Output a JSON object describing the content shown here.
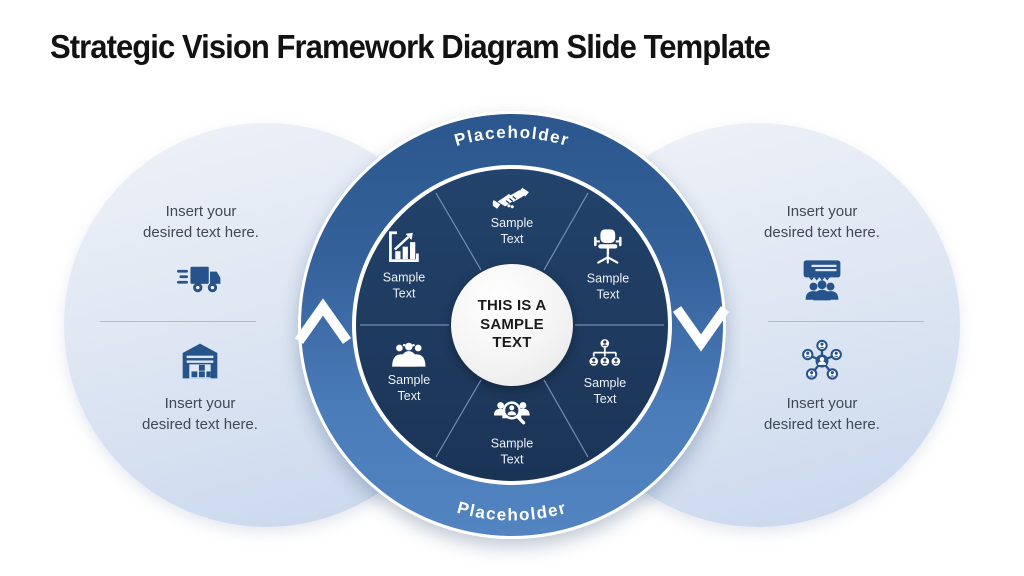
{
  "slide_title": "Strategic Vision Framework Diagram Slide Template",
  "outer_ring": {
    "top_label": "Placeholder",
    "bottom_label": "Placeholder",
    "left_arrow_icon": "chevron-up-arrow",
    "right_arrow_icon": "chevron-down-arrow"
  },
  "center_circle": {
    "text": "THIS IS A\nSAMPLE\nTEXT"
  },
  "segments": [
    {
      "position": "top",
      "icon": "handshake-icon",
      "label": "Sample\nText"
    },
    {
      "position": "upper-right",
      "icon": "office-chair-icon",
      "label": "Sample\nText"
    },
    {
      "position": "lower-right",
      "icon": "org-chart-icon",
      "label": "Sample\nText"
    },
    {
      "position": "bottom",
      "icon": "people-search-icon",
      "label": "Sample\nText"
    },
    {
      "position": "lower-left",
      "icon": "people-group-icon",
      "label": "Sample\nText"
    },
    {
      "position": "upper-left",
      "icon": "growth-chart-icon",
      "label": "Sample\nText"
    }
  ],
  "left_panel": {
    "top": {
      "label": "Insert your\ndesired text here.",
      "icon": "delivery-truck-icon"
    },
    "bottom": {
      "label": "Insert your\ndesired text here.",
      "icon": "warehouse-icon"
    }
  },
  "right_panel": {
    "top": {
      "label": "Insert your\ndesired text here.",
      "icon": "presentation-audience-icon"
    },
    "bottom": {
      "label": "Insert your\ndesired text here.",
      "icon": "people-network-icon"
    }
  },
  "colors": {
    "ring_top": "#2b578e",
    "ring_bottom": "#5384c2",
    "inner_circle": "#1e3a5e",
    "ellipse_top": "#eff2f8",
    "ellipse_bottom": "#c9d7ed",
    "panel_icon_blue": "#26538b",
    "body_text": "#3f4953",
    "title_text": "#121212",
    "white": "#ffffff"
  }
}
